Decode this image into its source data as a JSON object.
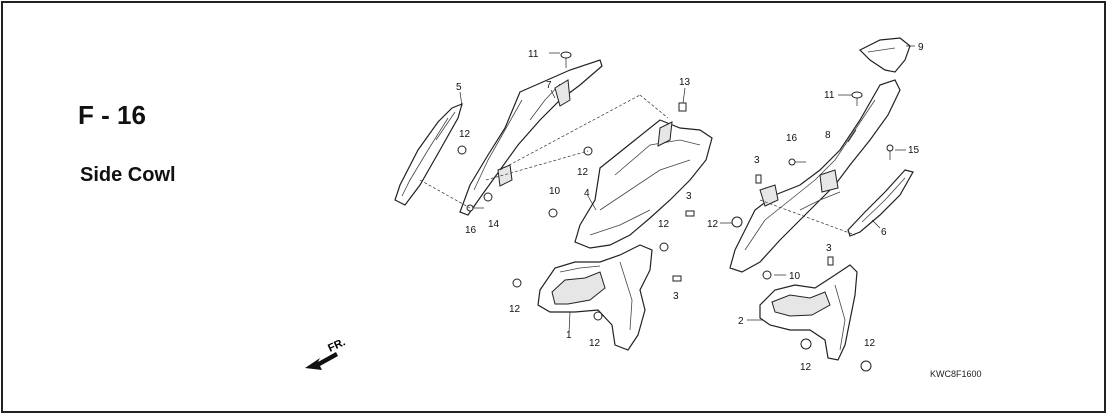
{
  "title": "F - 16",
  "subtitle": "Side Cowl",
  "figure_code": "KWC8F1600",
  "direction_label": "FR.",
  "callouts": [
    "11",
    "7",
    "5",
    "12",
    "16",
    "14",
    "13",
    "12",
    "10",
    "4",
    "3",
    "12",
    "3",
    "12",
    "1",
    "12",
    "9",
    "11",
    "8",
    "16",
    "15",
    "3",
    "12",
    "6",
    "3",
    "10",
    "2",
    "12",
    "12"
  ],
  "colors": {
    "line": "#222222",
    "background": "#ffffff"
  }
}
